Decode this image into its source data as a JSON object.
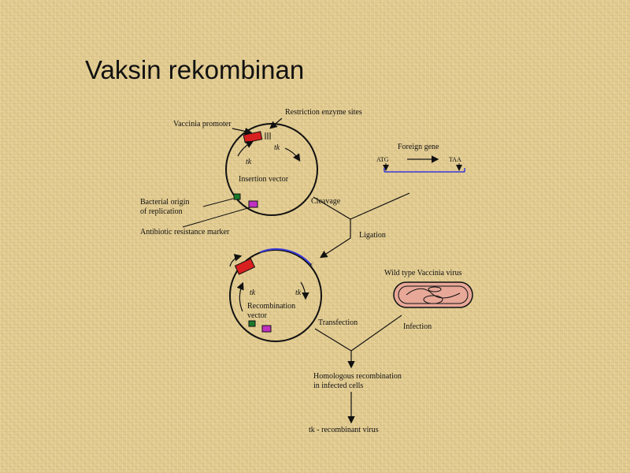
{
  "slide": {
    "title": "Vaksin rekombinan"
  },
  "diagram": {
    "insertion_vector": {
      "restriction_sites": "Restriction enzyme sites",
      "promoter": "Vaccinia promoter",
      "ori_line1": "Bacterial origin",
      "ori_line2": "of replication",
      "name": "Insertion vector",
      "antibiotic": "Antibiotic resistance marker"
    },
    "foreign_gene": {
      "label": "Foreign gene",
      "start": "ATG",
      "stop": "TAA"
    },
    "steps": {
      "cleavage": "Cleavage",
      "ligation": "Ligation",
      "transfection": "Transfection",
      "infection": "Infection",
      "homologous_line1": "Homologous recombination",
      "homologous_line2": "in infected cells"
    },
    "recombination_vector": {
      "line1": "Recombination",
      "line2": "vector"
    },
    "wild_type": "Wild type Vaccinia virus",
    "tk_symbol": "tk",
    "recombinant_virus": "tk - recombinant virus"
  },
  "colors": {
    "promoter": "#d82020",
    "ori": "#1a7a2a",
    "marker": "#c030c0",
    "gene_line": "#3a3ad8",
    "virus_fill": "#e8a898"
  }
}
